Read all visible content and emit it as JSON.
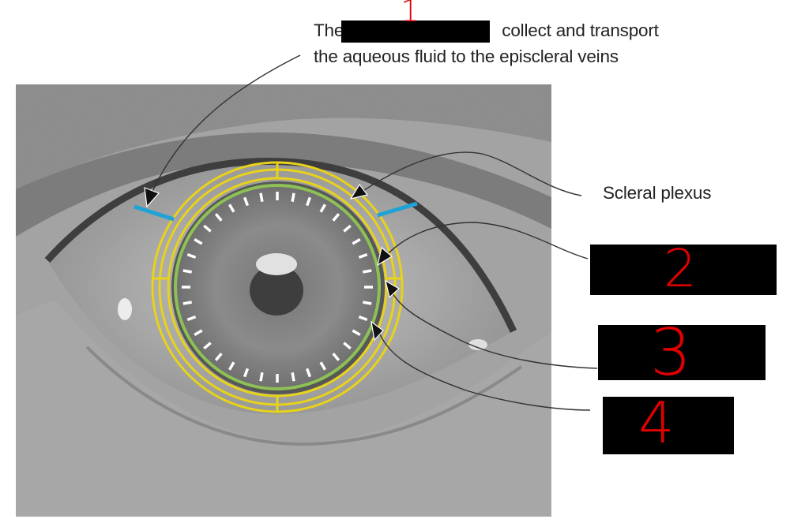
{
  "caption": {
    "prefix": "The",
    "suffix": "collect and transport",
    "line2": "the aqueous fluid to the episcleral veins"
  },
  "labels": {
    "scleral_plexus": "Scleral plexus"
  },
  "handwritten": {
    "n1": "1",
    "n2": "2",
    "n3": "3",
    "n4": "4"
  },
  "colors": {
    "outer_ring": "#e8d21a",
    "inner_ring": "#8dc055",
    "tick": "#ffffff",
    "limbus_marker": "#1fa3d6",
    "redaction": "#000000",
    "handwriting": "#e00000"
  }
}
